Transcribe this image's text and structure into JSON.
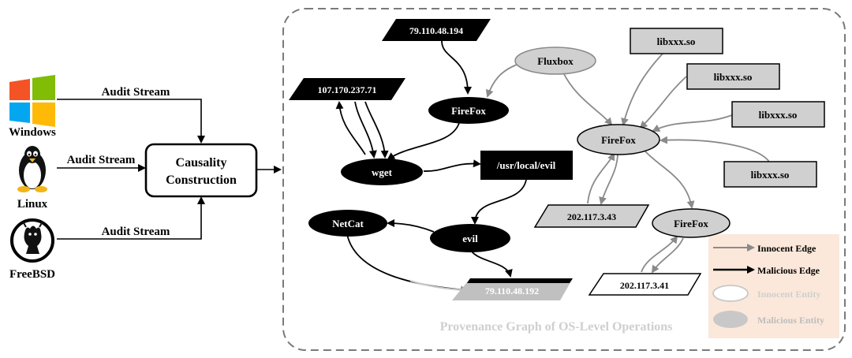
{
  "sources": {
    "windows_label": "Windows",
    "linux_label": "Linux",
    "freebsd_label": "FreeBSD",
    "stream_label": "Audit Stream"
  },
  "causality": {
    "line1": "Causality",
    "line2": "Construction"
  },
  "graph": {
    "caption": "Provenance Graph of OS-Level Operations",
    "nodes": {
      "ip_79_194": "79.110.48.194",
      "ip_107": "107.170.237.71",
      "firefox_mal": "FireFox",
      "wget": "wget",
      "usr_local_evil": "/usr/local/evil",
      "netcat": "NetCat",
      "evil": "evil",
      "ip_79_192": "79.110.48.192",
      "fluxbox": "Fluxbox",
      "lib1": "libxxx.so",
      "lib2": "libxxx.so",
      "lib3": "libxxx.so",
      "lib4": "libxxx.so",
      "firefox_center": "FireFox",
      "ip_202_43": "202.117.3.43",
      "firefox_small": "FireFox",
      "ip_202_41": "202.117.3.41"
    }
  },
  "legend": {
    "innocent_edge": "Innocent Edge",
    "malicious_edge": "Malicious Edge",
    "innocent_entity": "Innocent Entity",
    "malicious_entity": "Malicious Entity"
  },
  "colors": {
    "malicious_fill": "#000000",
    "innocent_fill": "#d0d0d0",
    "innocent_edge": "#8a8a8a",
    "legend_bg": "#fbe5d6",
    "windows_red": "#f35325",
    "windows_green": "#81bc06",
    "windows_blue": "#05a6f0",
    "windows_yellow": "#ffba08"
  }
}
